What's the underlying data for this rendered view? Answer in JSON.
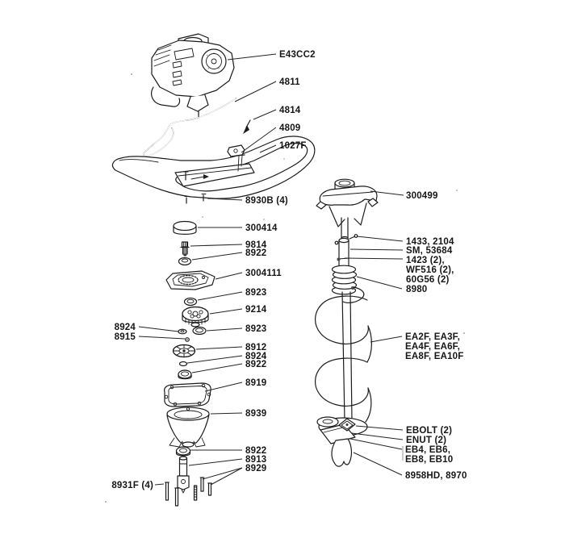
{
  "figure": {
    "kind": "exploded-parts-diagram",
    "subject": "gas powered earth/ice auger parts breakdown",
    "ink_color": "#1c1c1c",
    "background_color": "#ffffff"
  },
  "labels": {
    "engine": "E43CC2",
    "throttle_cable": "4811",
    "cable_screw": "4814",
    "throttle_control": "4809",
    "handlebar": "1027F",
    "handlebar_screws": "8930B (4)",
    "cap": "300414",
    "bolt": "9814",
    "washer_a": "8922",
    "clutch_plate": "3004111",
    "ring_a": "8923",
    "gear_a": "9214",
    "washer_left": "8924",
    "pin_left": "8915",
    "ring_b": "8923",
    "gear_b": "8912",
    "washer_b": "8924",
    "ring_c": "8922",
    "gasket": "8919",
    "housing": "8939",
    "bearing": "8922",
    "shaft": "8913",
    "pins": "8929",
    "bolts_left": "8931F (4)",
    "gearcase": "300499",
    "shaft_group_line1": "1433, 2104",
    "shaft_group_line2": "SM, 53684",
    "shaft_group_line3": "1423 (2),",
    "shaft_group_line4": "WF516 (2),",
    "shaft_group_line5": "60G56 (2)",
    "spring": "8980",
    "auger_line1": "EA2F, EA3F,",
    "auger_line2": "EA4F, EA6F,",
    "auger_line3": "EA8F, EA10F",
    "blade_bolt": "EBOLT (2)",
    "blade_nut": "ENUT (2)",
    "blade_line1": "EB4, EB6,",
    "blade_line2": "EB8, EB10",
    "point": "8958HD, 8970"
  }
}
